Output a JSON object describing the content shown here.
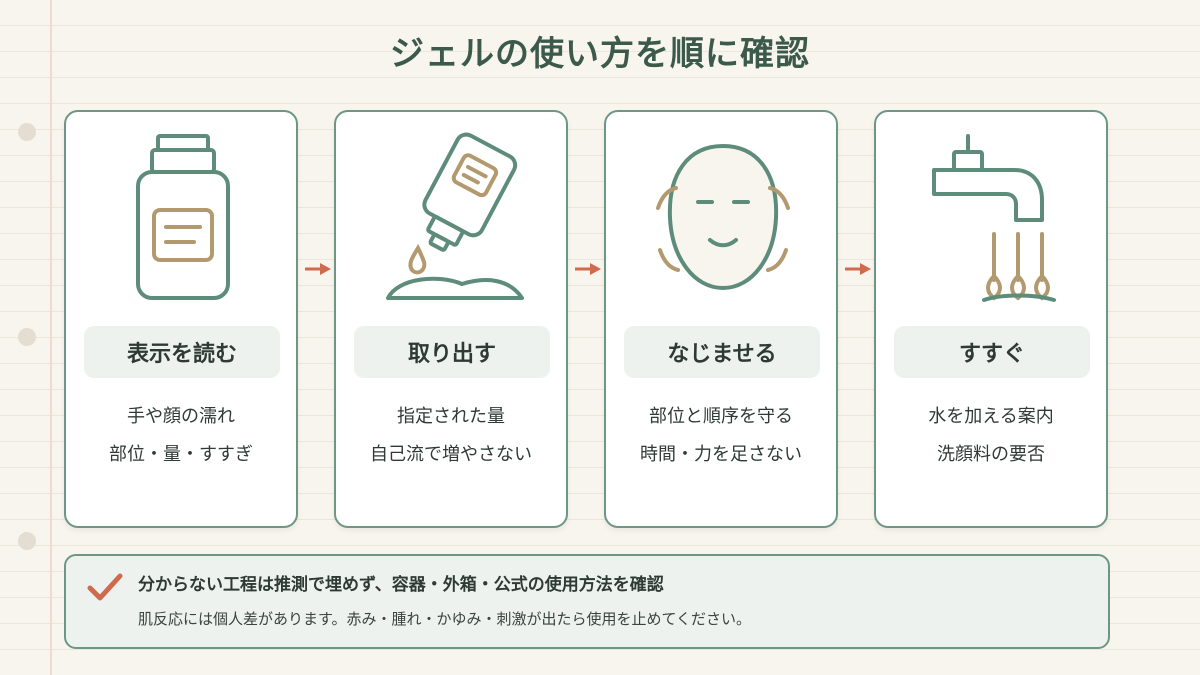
{
  "title": "ジェルの使い方を順に確認",
  "steps": [
    {
      "label": "表示を読む",
      "lines": [
        "手や顔の濡れ",
        "部位・量・すすぎ"
      ],
      "icon": "bottle-icon"
    },
    {
      "label": "取り出す",
      "lines": [
        "指定された量",
        "自己流で増やさない"
      ],
      "icon": "dispenser-icon"
    },
    {
      "label": "なじませる",
      "lines": [
        "部位と順序を守る",
        "時間・力を足さない"
      ],
      "icon": "face-icon"
    },
    {
      "label": "すすぐ",
      "lines": [
        "水を加える案内",
        "洗顔料の要否"
      ],
      "icon": "faucet-icon"
    }
  ],
  "note": {
    "main": "分からない工程は推測で埋めず、容器・外箱・公式の使用方法を確認",
    "sub": "肌反応には個人差があります。赤み・腫れ・かゆみ・刺激が出たら使用を止めてください。"
  },
  "colors": {
    "accent_green": "#5e8c7a",
    "accent_tan": "#b39a6e",
    "arrow_orange": "#cf6a4e",
    "pill_bg": "#edf2ee"
  }
}
